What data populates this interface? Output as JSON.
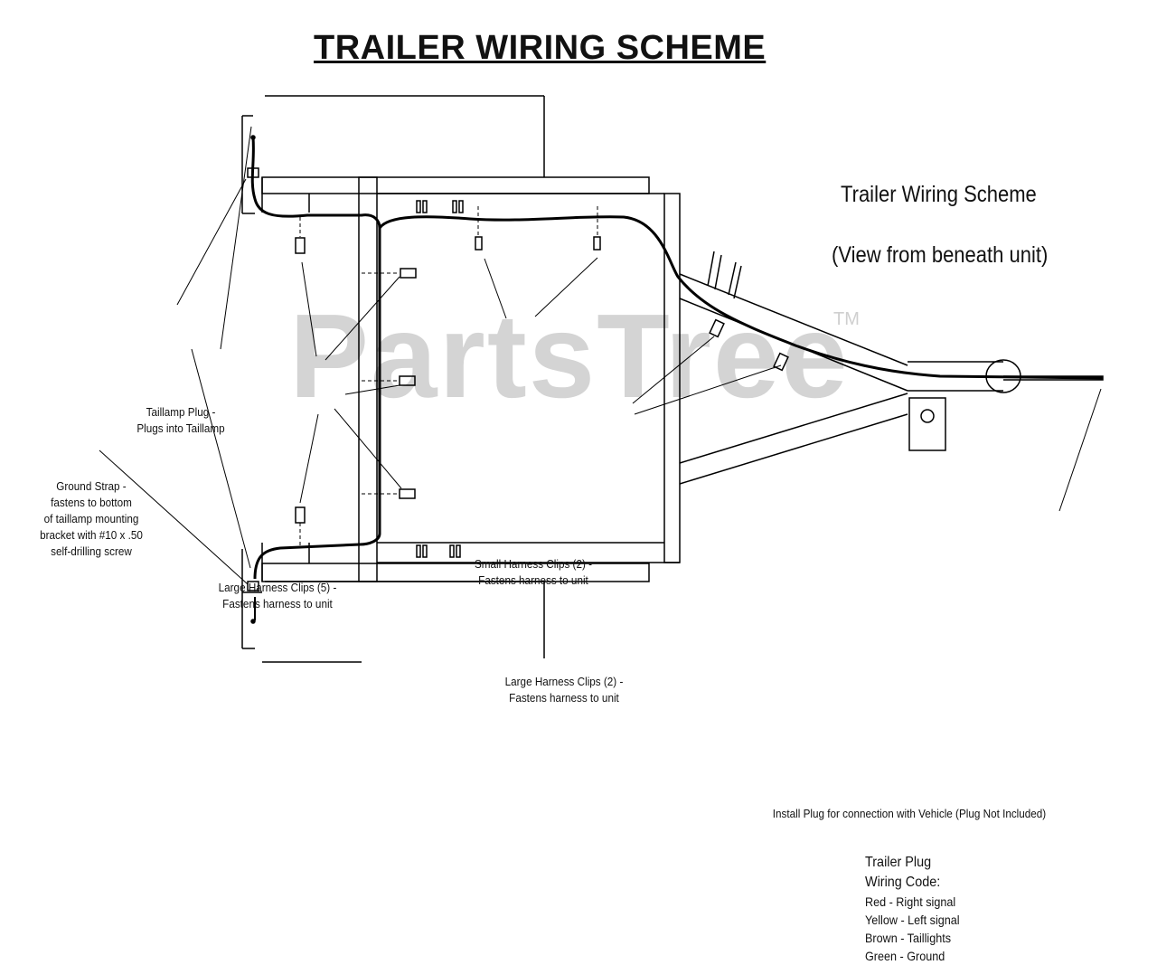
{
  "title": "TRAILER WIRING SCHEME",
  "watermark": {
    "text": "PartsTree",
    "tm": "TM"
  },
  "subtitle": {
    "line1": "Trailer Wiring Scheme",
    "line2": "(View from beneath unit)"
  },
  "labels": {
    "taillamp_plug": [
      "Taillamp Plug -",
      "Plugs into Taillamp"
    ],
    "ground_strap": [
      "Ground Strap -",
      "fastens to bottom",
      "of taillamp mounting",
      "bracket with #10 x .50",
      "self-drilling screw"
    ],
    "large_clips_5": [
      "Large Harness Clips (5) -",
      "Fastens harness to unit"
    ],
    "small_clips_2": [
      "Small Harness Clips (2) -",
      "Fastens harness to unit"
    ],
    "large_clips_2": [
      "Large Harness Clips (2) -",
      "Fastens harness to unit"
    ],
    "install_plug": "Install Plug for connection with Vehicle (Plug Not Included)"
  },
  "wiring_code": {
    "heading1": "Trailer Plug",
    "heading2": "Wiring Code:",
    "items": [
      {
        "text": "Red - Right signal",
        "color": "#cc0000"
      },
      {
        "text": "Yellow - Left signal",
        "color": "#e6c200"
      },
      {
        "text": "Brown - Taillights",
        "color": "#7a4a1e"
      },
      {
        "text": "Green - Ground",
        "color": "#1f8a2e"
      }
    ]
  }
}
